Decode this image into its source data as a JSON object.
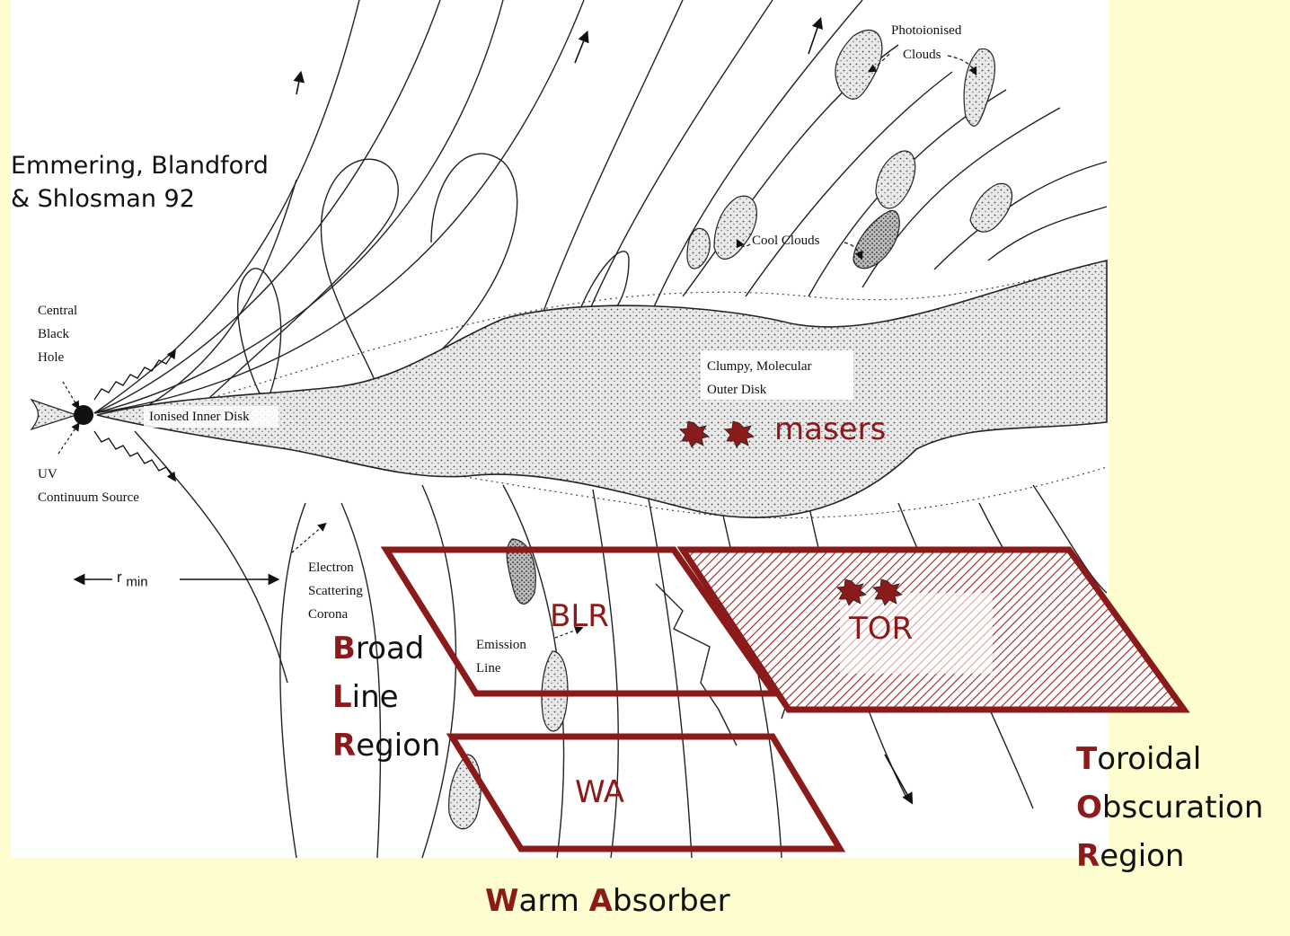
{
  "citation": {
    "line1": "Emmering, Blandford",
    "line2": "& Shlosman 92"
  },
  "figure_labels": {
    "photoionised": "Photoionised",
    "clouds": "Clouds",
    "cool_clouds": "Cool Clouds",
    "central": "Central",
    "black": "Black",
    "hole": "Hole",
    "ionised_inner_disk": "Ionised Inner Disk",
    "clumpy_molecular": "Clumpy, Molecular",
    "outer_disk": "Outer Disk",
    "uv": "UV",
    "continuum_source": "Continuum Source",
    "r_symbol": "r",
    "r_subscript": "min",
    "electron": "Electron",
    "scattering": "Scattering",
    "corona": "Corona",
    "emission": "Emission",
    "line": "Line"
  },
  "overlays": {
    "masers": "masers",
    "blr": "BLR",
    "tor": "TOR",
    "wa": "WA"
  },
  "legend": {
    "blr_lines": [
      {
        "initial": "B",
        "rest": "road"
      },
      {
        "initial": "L",
        "rest": "ine"
      },
      {
        "initial": "R",
        "rest": "egion"
      }
    ],
    "tor_lines": [
      {
        "initial": "T",
        "rest": "oroidal"
      },
      {
        "initial": "O",
        "rest": "bscuration"
      },
      {
        "initial": "R",
        "rest": "egion"
      }
    ],
    "wa_words": [
      {
        "initial": "W",
        "rest": "arm"
      },
      {
        "initial": "A",
        "rest": "bsorber"
      }
    ]
  },
  "colors": {
    "background": "#fdfdd0",
    "accent": "#8b1a1a"
  }
}
